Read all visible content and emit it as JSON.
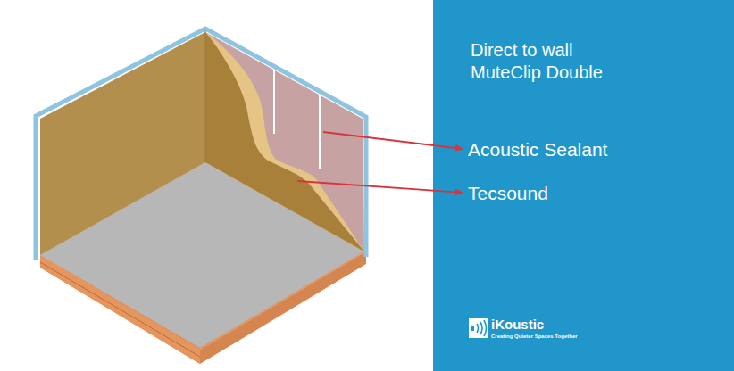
{
  "diagram": {
    "title": "Direct to wall MuteClip Double",
    "labels": [
      "Acoustic Sealant",
      "Tecsound",
      "iKoustic",
      "Creating Quieter Spaces Together"
    ]
  }
}
